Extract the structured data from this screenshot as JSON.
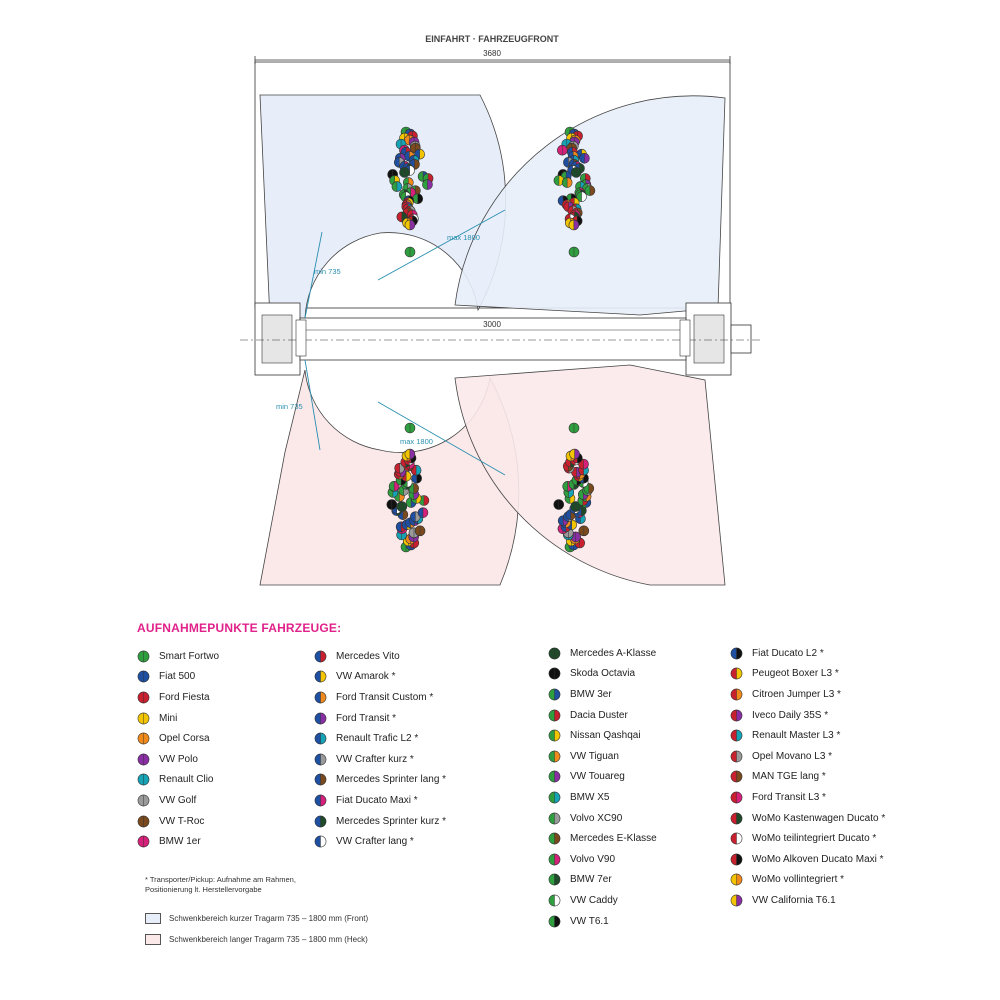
{
  "diagram": {
    "heading": "EINFAHRT · FAHRZEUGFRONT",
    "width_label": "3680",
    "rail_label": "3000",
    "front_min_label": "min 735",
    "front_max_label": "max 1800",
    "rear_min_label": "min 735",
    "rear_max_label": "max 1800",
    "front_zone_color": "#e8eef9",
    "rear_zone_color": "#fbe9ea",
    "dimension_color": "#2a8fb0"
  },
  "legend": {
    "title": "AUFNAHMEPUNKTE FAHRZEUGE:",
    "columns": [
      [
        {
          "label": "Smart Fortwo",
          "left": "#2e9e3e",
          "right": "#2e9e3e"
        },
        {
          "label": "Fiat 500",
          "left": "#1f4fa0",
          "right": "#1f4fa0"
        },
        {
          "label": "Ford Fiesta",
          "left": "#c8202e",
          "right": "#c8202e"
        },
        {
          "label": "Mini",
          "left": "#f2c500",
          "right": "#f2c500"
        },
        {
          "label": "Opel Corsa",
          "left": "#f08a1c",
          "right": "#f08a1c"
        },
        {
          "label": "VW Polo",
          "left": "#8a2ea3",
          "right": "#8a2ea3"
        },
        {
          "label": "Renault Clio",
          "left": "#16a3b5",
          "right": "#16a3b5"
        },
        {
          "label": "VW Golf",
          "left": "#9a9a9a",
          "right": "#9a9a9a"
        },
        {
          "label": "VW T-Roc",
          "left": "#7a4a1e",
          "right": "#7a4a1e"
        },
        {
          "label": "BMW 1er",
          "left": "#d6217a",
          "right": "#d6217a"
        }
      ],
      [
        {
          "label": "Mercedes Vito",
          "left": "#1f4fa0",
          "right": "#c8202e"
        },
        {
          "label": "VW Amarok *",
          "left": "#1f4fa0",
          "right": "#f2c500"
        },
        {
          "label": "Ford Transit Custom *",
          "left": "#1f4fa0",
          "right": "#f08a1c"
        },
        {
          "label": "Ford Transit *",
          "left": "#1f4fa0",
          "right": "#8a2ea3"
        },
        {
          "label": "Renault Trafic L2 *",
          "left": "#1f4fa0",
          "right": "#16a3b5"
        },
        {
          "label": "VW Crafter kurz *",
          "left": "#1f4fa0",
          "right": "#9a9a9a"
        },
        {
          "label": "Mercedes Sprinter lang *",
          "left": "#1f4fa0",
          "right": "#7a4a1e"
        },
        {
          "label": "Fiat Ducato Maxi *",
          "left": "#1f4fa0",
          "right": "#d6217a"
        },
        {
          "label": "Mercedes Sprinter kurz *",
          "left": "#1f4fa0",
          "right": "#1e4a2a"
        },
        {
          "label": "VW Crafter lang *",
          "left": "#1f4fa0",
          "right": "#ffffff"
        }
      ],
      [
        {
          "label": "Mercedes A-Klasse",
          "left": "#1e4a2a",
          "right": "#1e4a2a"
        },
        {
          "label": "Skoda Octavia",
          "left": "#111111",
          "right": "#111111"
        },
        {
          "label": "BMW 3er",
          "left": "#2e9e3e",
          "right": "#1f4fa0"
        },
        {
          "label": "Dacia Duster",
          "left": "#2e9e3e",
          "right": "#c8202e"
        },
        {
          "label": "Nissan Qashqai",
          "left": "#2e9e3e",
          "right": "#f2c500"
        },
        {
          "label": "VW Tiguan",
          "left": "#2e9e3e",
          "right": "#f08a1c"
        },
        {
          "label": "VW Touareg",
          "left": "#2e9e3e",
          "right": "#8a2ea3"
        },
        {
          "label": "BMW X5",
          "left": "#2e9e3e",
          "right": "#16a3b5"
        },
        {
          "label": "Volvo XC90",
          "left": "#2e9e3e",
          "right": "#9a9a9a"
        },
        {
          "label": "Mercedes E-Klasse",
          "left": "#2e9e3e",
          "right": "#7a4a1e"
        },
        {
          "label": "Volvo V90",
          "left": "#2e9e3e",
          "right": "#d6217a"
        },
        {
          "label": "BMW 7er",
          "left": "#2e9e3e",
          "right": "#1e4a2a"
        },
        {
          "label": "VW Caddy",
          "left": "#2e9e3e",
          "right": "#ffffff"
        },
        {
          "label": "VW T6.1",
          "left": "#2e9e3e",
          "right": "#111111"
        }
      ],
      [
        {
          "label": "Fiat Ducato L2 *",
          "left": "#1f4fa0",
          "right": "#111111"
        },
        {
          "label": "Peugeot Boxer L3 *",
          "left": "#c8202e",
          "right": "#f2c500"
        },
        {
          "label": "Citroen Jumper L3 *",
          "left": "#c8202e",
          "right": "#f08a1c"
        },
        {
          "label": "Iveco Daily 35S *",
          "left": "#c8202e",
          "right": "#8a2ea3"
        },
        {
          "label": "Renault Master L3 *",
          "left": "#c8202e",
          "right": "#16a3b5"
        },
        {
          "label": "Opel Movano L3 *",
          "left": "#c8202e",
          "right": "#9a9a9a"
        },
        {
          "label": "MAN TGE lang *",
          "left": "#c8202e",
          "right": "#7a4a1e"
        },
        {
          "label": "Ford Transit L3 *",
          "left": "#c8202e",
          "right": "#d6217a"
        },
        {
          "label": "WoMo Kastenwagen Ducato *",
          "left": "#c8202e",
          "right": "#1e4a2a"
        },
        {
          "label": "WoMo teilintegriert Ducato *",
          "left": "#c8202e",
          "right": "#ffffff"
        },
        {
          "label": "WoMo Alkoven Ducato Maxi *",
          "left": "#c8202e",
          "right": "#111111"
        },
        {
          "label": "WoMo vollintegriert *",
          "left": "#f2c500",
          "right": "#f08a1c"
        },
        {
          "label": "VW California T6.1",
          "left": "#f2c500",
          "right": "#8a2ea3"
        }
      ]
    ],
    "note_line1": "* Transporter/Pickup: Aufnahme am Rahmen,",
    "note_line2": "Positionierung lt. Herstellervorgabe",
    "front_zone_label": "Schwenkbereich kurzer Tragarm 735 – 1800 mm (Front)",
    "rear_zone_label": "Schwenkbereich langer Tragarm 735 – 1800 mm (Heck)"
  }
}
